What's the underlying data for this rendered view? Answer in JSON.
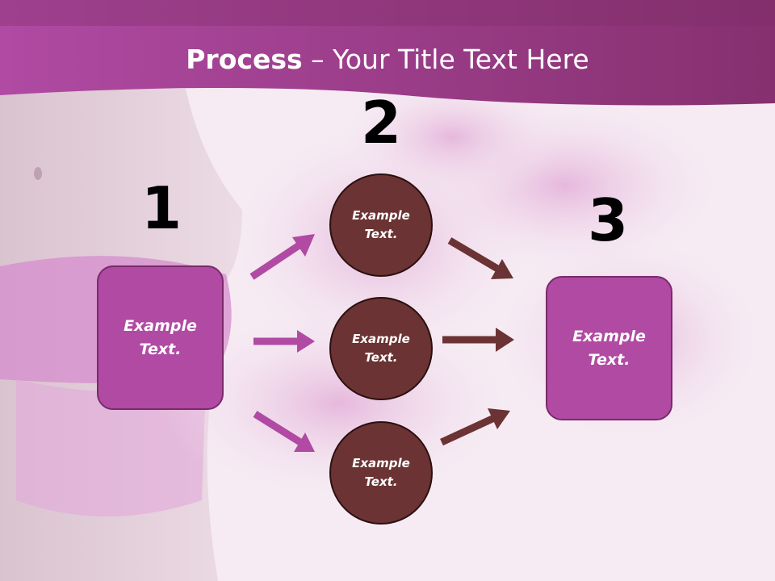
{
  "title": {
    "bold": "Process",
    "rest": " – Your Title Text Here"
  },
  "steps": [
    {
      "number": "1",
      "text": "Example Text."
    },
    {
      "number": "2",
      "items": [
        "Example Text.",
        "Example Text.",
        "Example Text."
      ]
    },
    {
      "number": "3",
      "text": "Example Text."
    }
  ],
  "colors": {
    "header": "#a0438f",
    "box": "#b04aa3",
    "circle": "#6b3333",
    "arrow_pink": "#b04aa3",
    "arrow_brown": "#6b3333"
  }
}
